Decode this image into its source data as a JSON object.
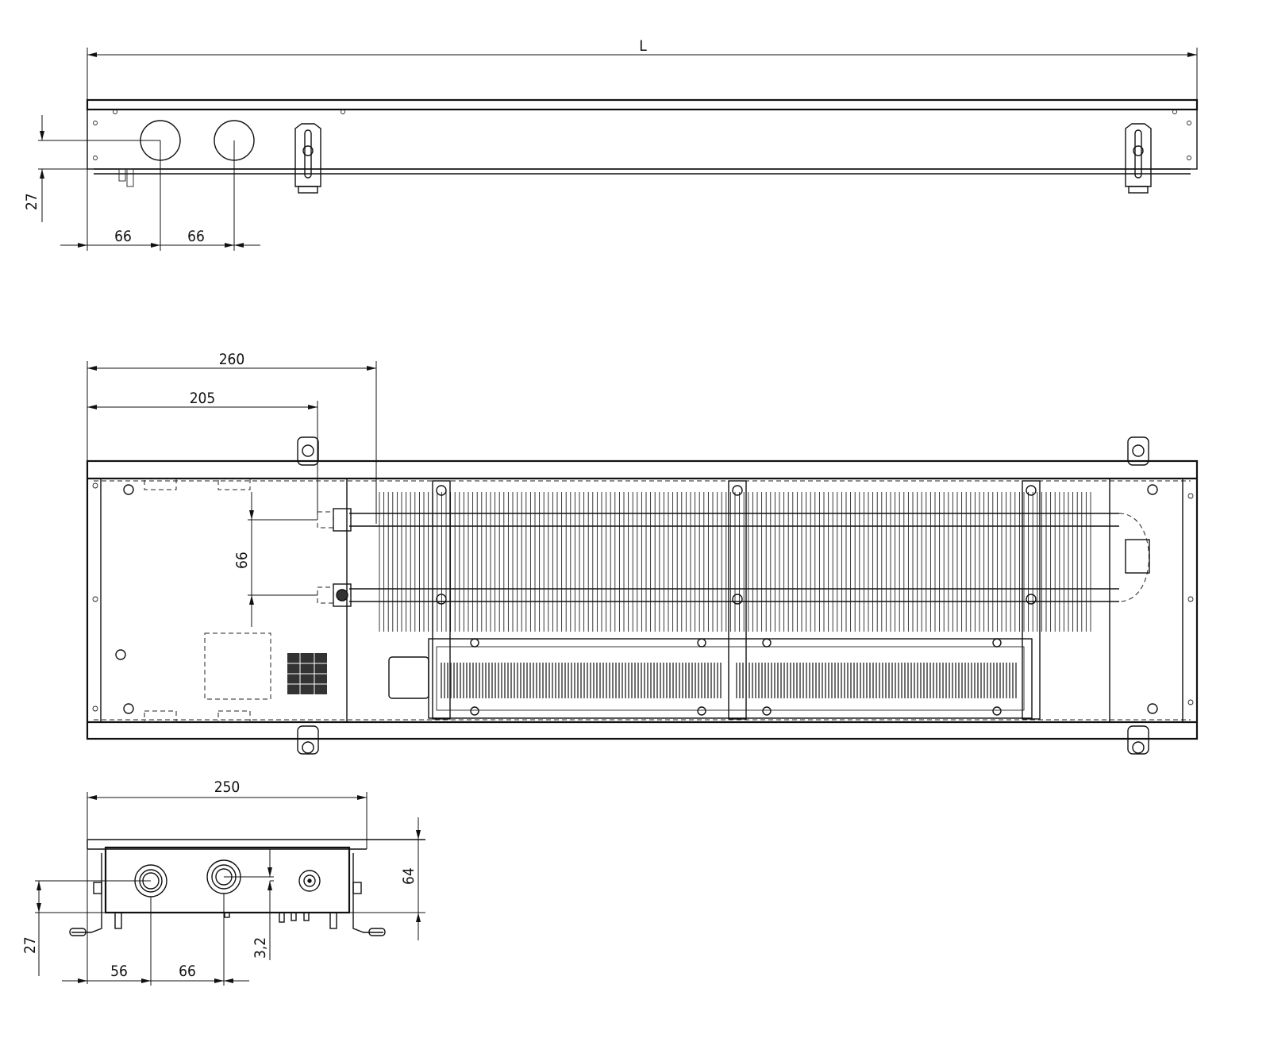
{
  "top_view": {
    "length_label": "L",
    "height_27": "27",
    "spacing_1": "66",
    "spacing_2": "66"
  },
  "plan_view": {
    "dim_260": "260",
    "dim_205": "205",
    "pipe_spacing": "66"
  },
  "section_view": {
    "width_250": "250",
    "height_64": "64",
    "height_27": "27",
    "offset_32": "3,2",
    "dim_56": "56",
    "dim_66": "66"
  },
  "colors": {
    "line": "#111111",
    "background": "#ffffff"
  }
}
